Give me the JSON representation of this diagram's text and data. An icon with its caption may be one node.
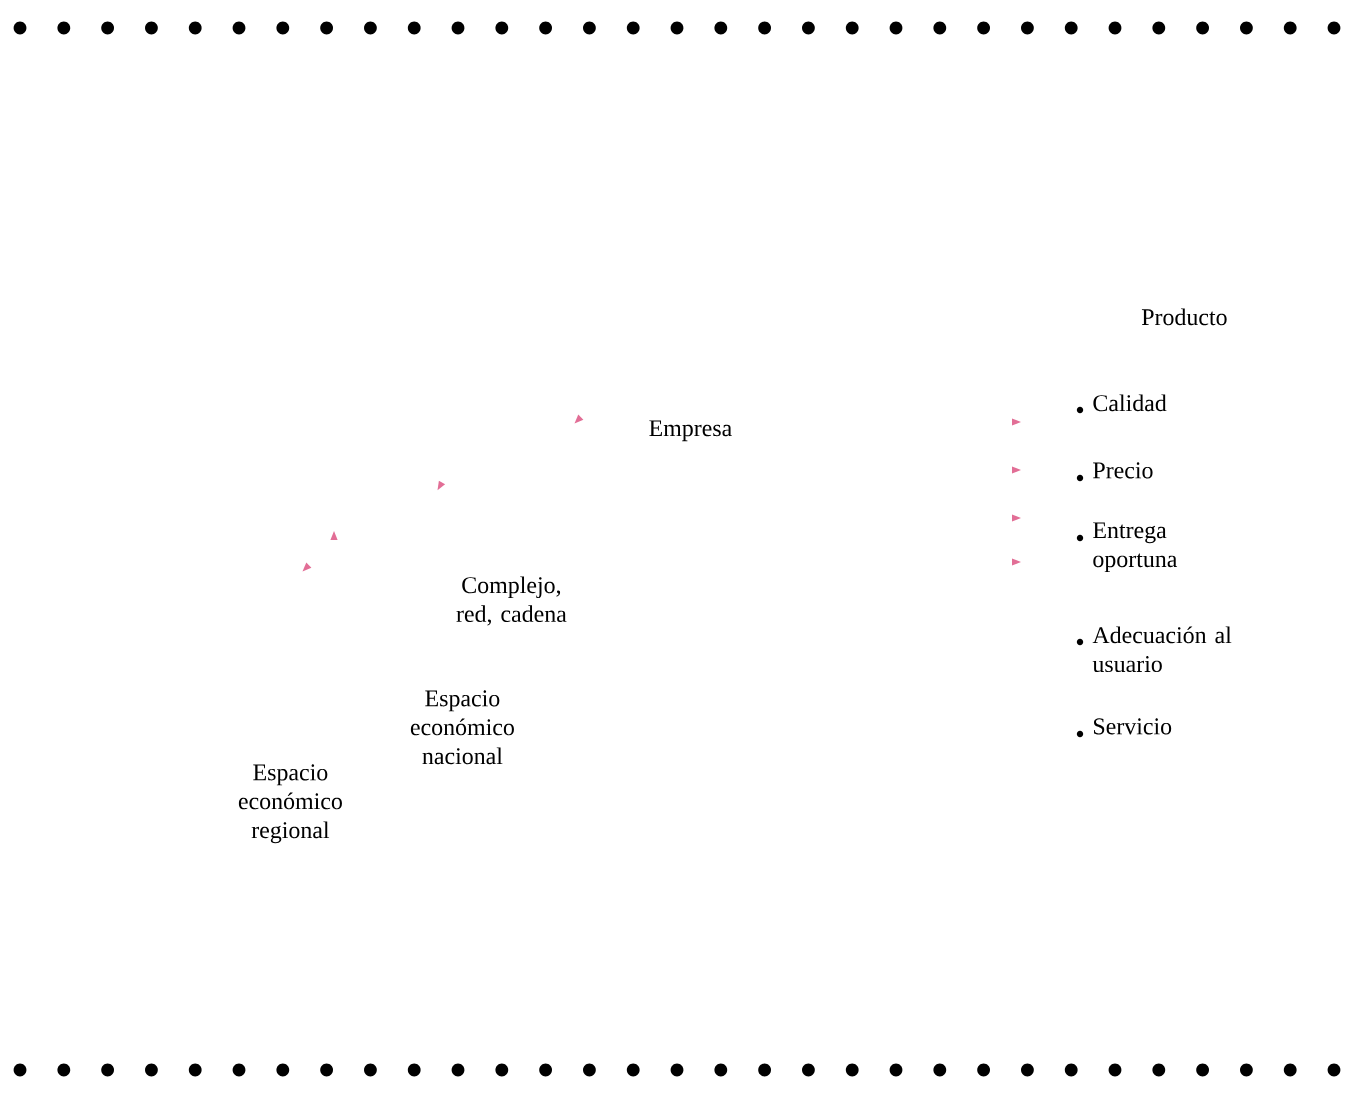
{
  "diagram": {
    "labels": [
      "Empresa",
      "Complejo, red, cadena",
      "Espacio económico nacional",
      "Espacio económico regional",
      "Producto",
      "Calidad",
      "Precio",
      "Entrega oportuna",
      "Adecuación al usuario",
      "Servicio"
    ]
  }
}
